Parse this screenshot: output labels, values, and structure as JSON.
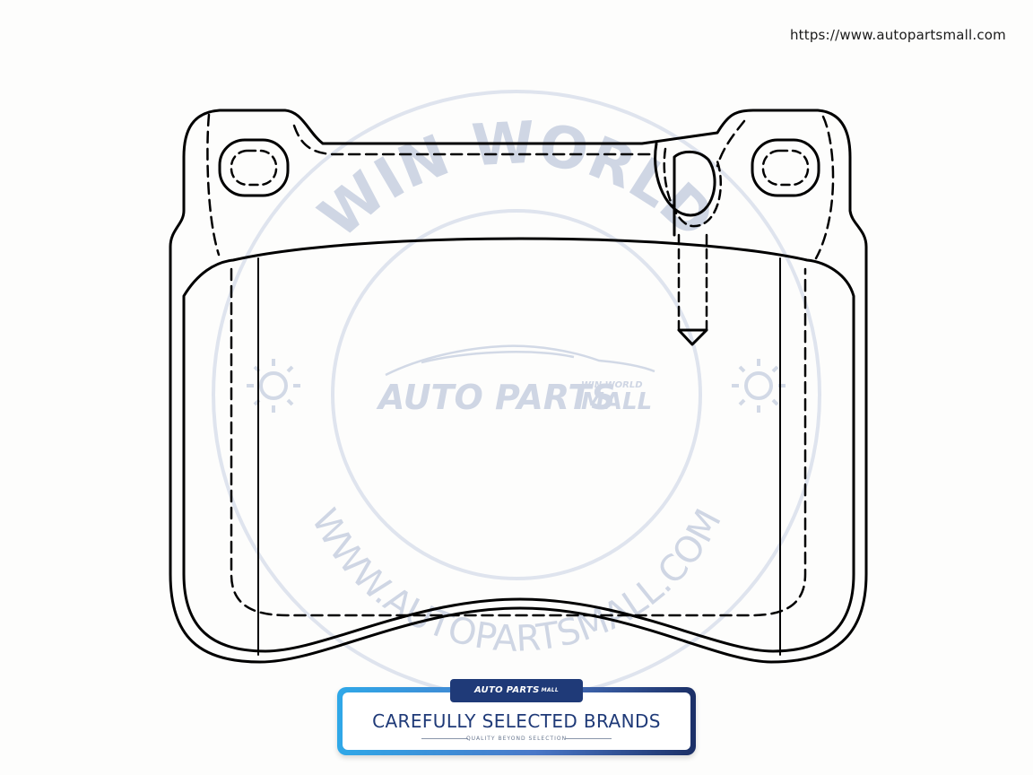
{
  "header": {
    "url_text": "https://www.autopartsmall.com"
  },
  "watermark": {
    "ring_top_text": "WIN WORLD",
    "ring_bottom_text": "WWW.AUTOPARTSMALL.COM",
    "logo_main": "AUTO PARTS",
    "logo_sub_small": "WIN WORLD",
    "logo_sub": "MALL",
    "sun_icon": "sun-icon",
    "car_icon": "car-silhouette-icon"
  },
  "product": {
    "drawing": "brake-pad-outline-icon",
    "stroke_color": "#000000"
  },
  "banner": {
    "tab_main": "AUTO PARTS",
    "tab_sub": "MALL",
    "headline": "CAREFULLY SELECTED BRANDS",
    "tagline": "QUALITY BEYOND SELECTION",
    "gradient_start": "#2fa8e8",
    "gradient_end": "#1b2f66",
    "text_color": "#1f3a78"
  }
}
